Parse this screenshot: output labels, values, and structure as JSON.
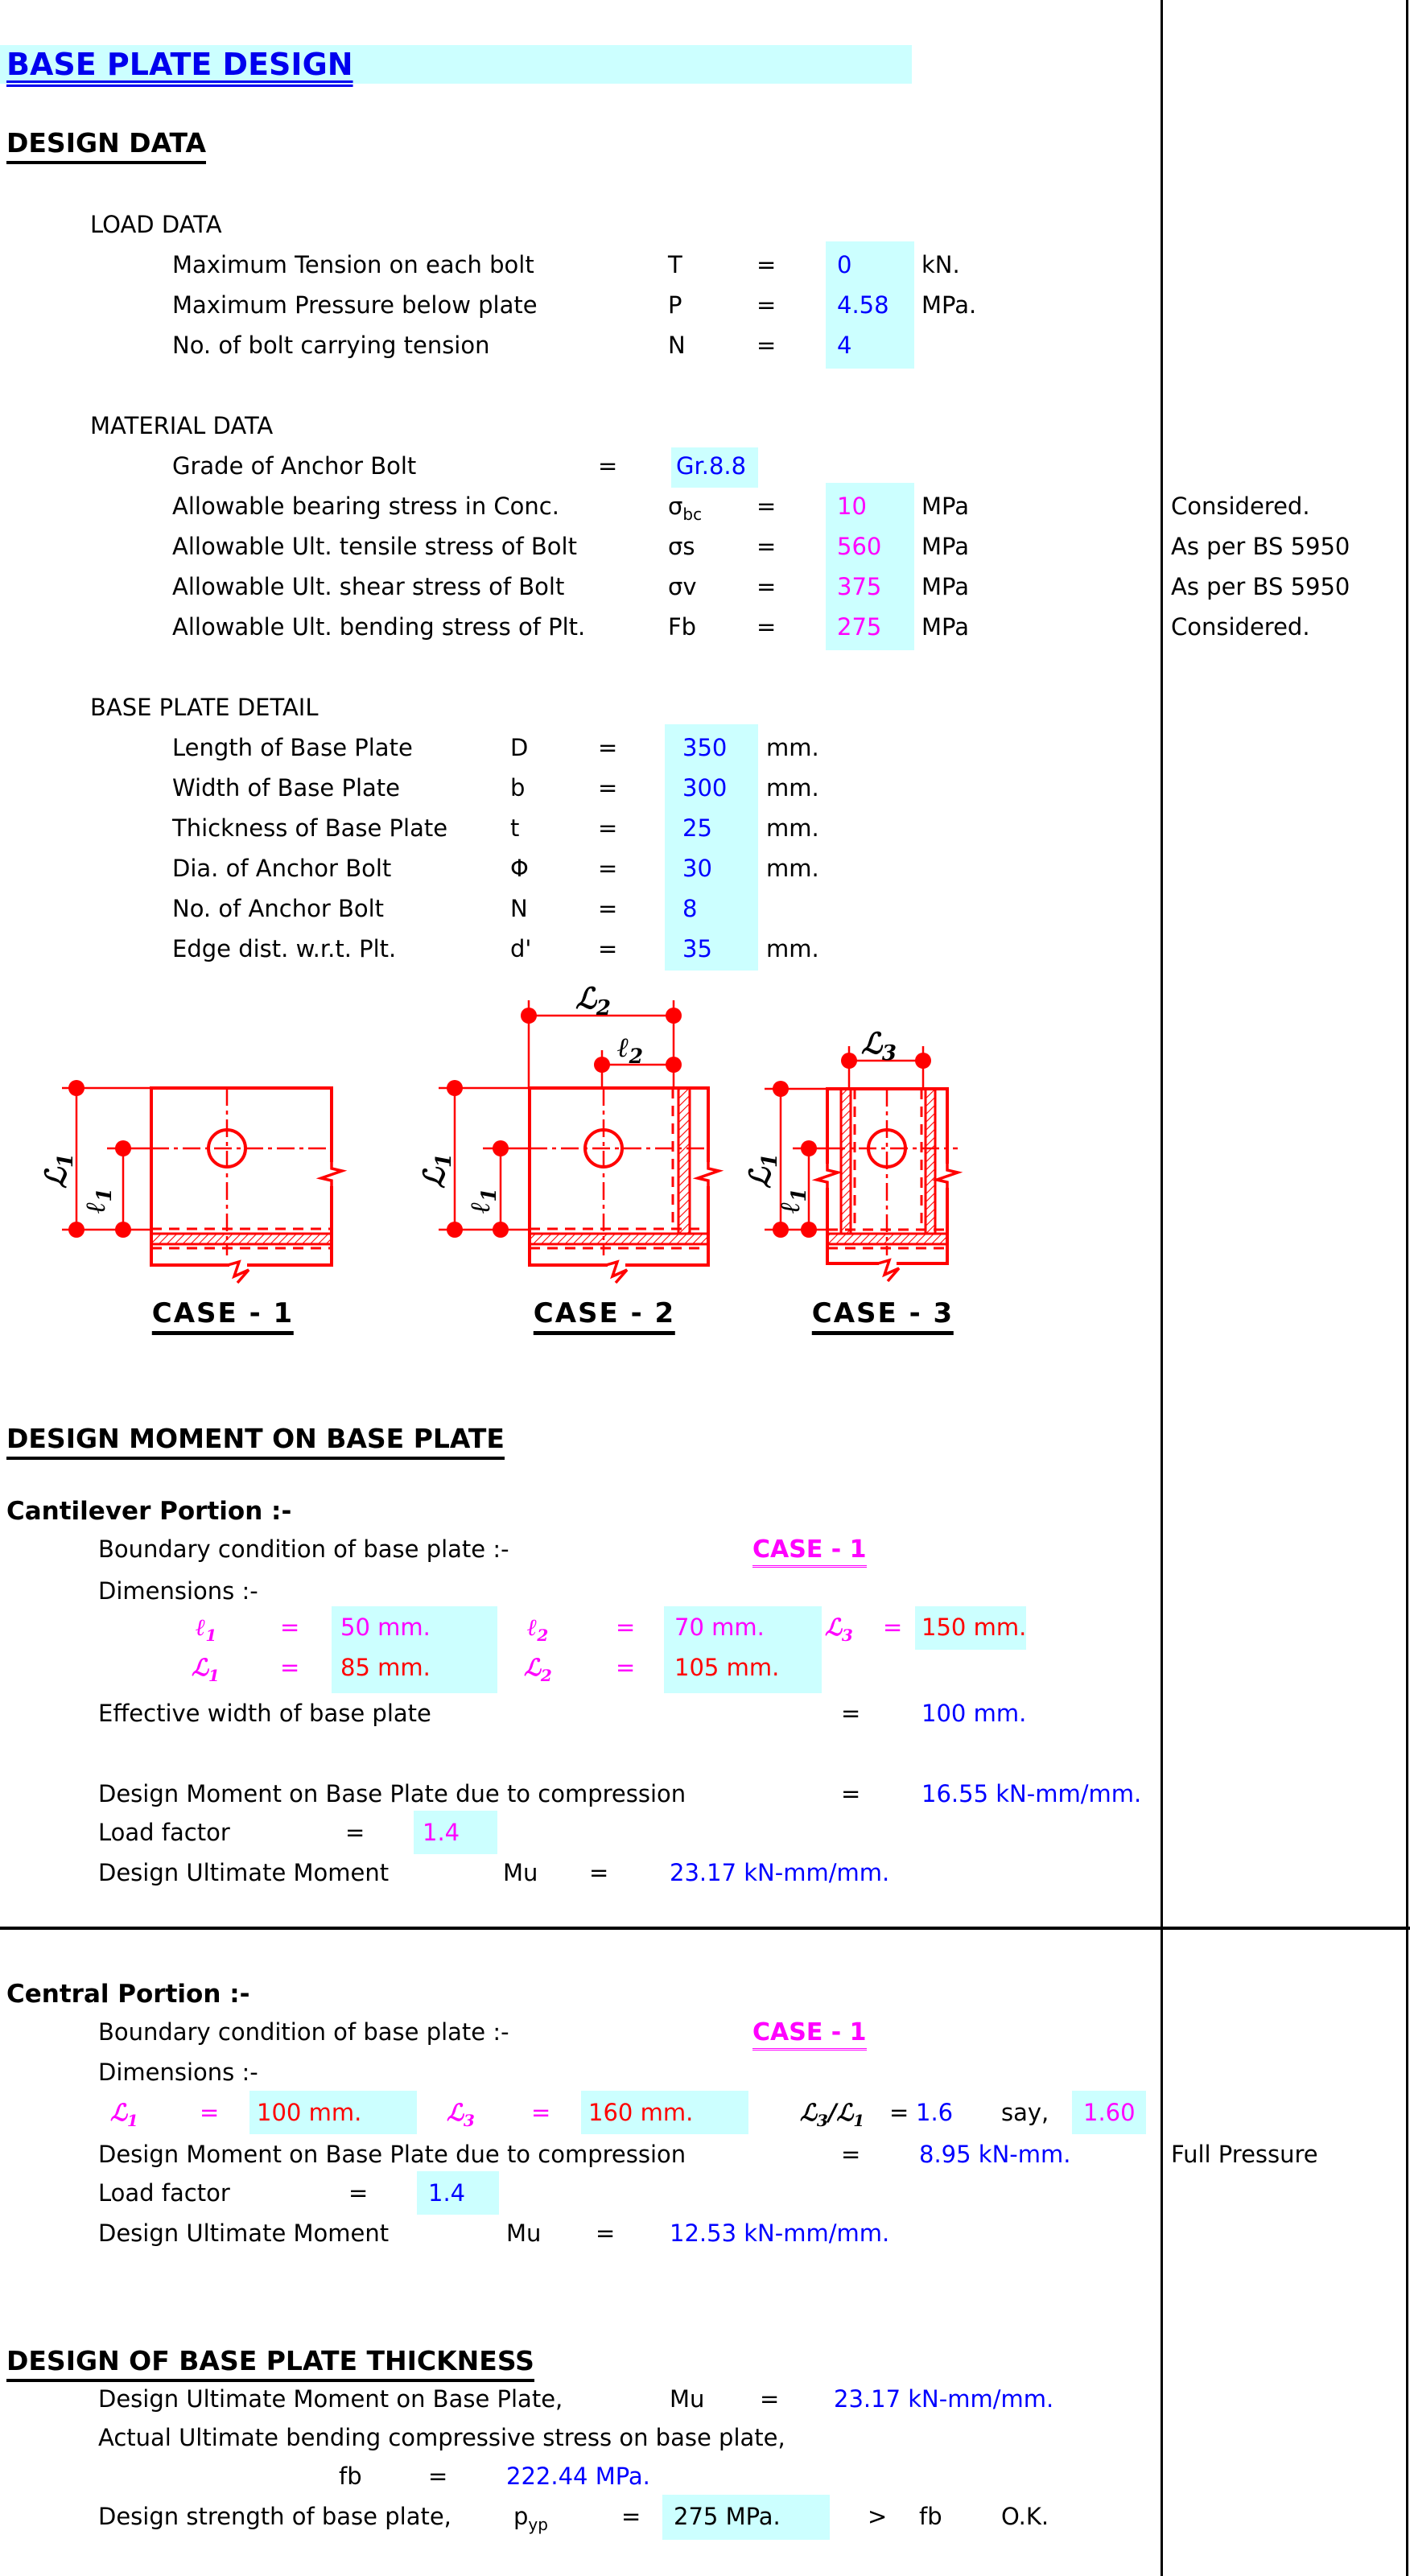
{
  "title": "BASE PLATE DESIGN",
  "colors": {
    "highlight": "#CCFFFF",
    "blue": "#0000FF",
    "magenta": "#FF00FF",
    "red": "#FF0000",
    "drawing": "#FF0000"
  },
  "design_data": {
    "heading": "DESIGN DATA",
    "load": {
      "heading": "LOAD DATA",
      "rows": [
        {
          "label": "Maximum Tension on each bolt",
          "sym": "T",
          "eq": "=",
          "value": "0",
          "unit": "kN."
        },
        {
          "label": "Maximum Pressure below plate",
          "sym": "P",
          "eq": "=",
          "value": "4.58",
          "unit": "MPa."
        },
        {
          "label": "No. of bolt carrying tension",
          "sym": "N",
          "eq": "=",
          "value": "4",
          "unit": ""
        }
      ]
    },
    "material": {
      "heading": "MATERIAL DATA",
      "grade": {
        "label": "Grade of Anchor Bolt",
        "eq": "=",
        "value": "Gr.8.8"
      },
      "rows": [
        {
          "label": "Allowable bearing stress in Conc.",
          "sym": "σ",
          "sub": "bc",
          "eq": "=",
          "value": "10",
          "unit": "MPa",
          "note": "Considered."
        },
        {
          "label": "Allowable Ult. tensile stress of Bolt",
          "sym": "σs",
          "sub": "",
          "eq": "=",
          "value": "560",
          "unit": "MPa",
          "note": "As per BS 5950"
        },
        {
          "label": "Allowable Ult. shear stress of Bolt",
          "sym": "σv",
          "sub": "",
          "eq": "=",
          "value": "375",
          "unit": "MPa",
          "note": "As per BS 5950"
        },
        {
          "label": "Allowable Ult. bending stress of Plt.",
          "sym": "Fb",
          "sub": "",
          "eq": "=",
          "value": "275",
          "unit": "MPa",
          "note": "Considered."
        }
      ]
    },
    "plate": {
      "heading": "BASE PLATE DETAIL",
      "rows": [
        {
          "label": "Length of Base Plate",
          "sym": "D",
          "eq": "=",
          "value": "350",
          "unit": "mm."
        },
        {
          "label": "Width of Base Plate",
          "sym": "b",
          "eq": "=",
          "value": "300",
          "unit": "mm."
        },
        {
          "label": "Thickness of Base Plate",
          "sym": "t",
          "eq": "=",
          "value": "25",
          "unit": "mm."
        },
        {
          "label": "Dia. of Anchor Bolt",
          "sym": "Φ",
          "eq": "=",
          "value": "30",
          "unit": "mm."
        },
        {
          "label": "No. of Anchor Bolt",
          "sym": "N",
          "eq": "=",
          "value": "8",
          "unit": ""
        },
        {
          "label": "Edge dist. w.r.t. Plt.",
          "sym": "d'",
          "eq": "=",
          "value": "35",
          "unit": "mm."
        }
      ]
    }
  },
  "diagrams": {
    "symbols": {
      "L": "ℒ",
      "l": "ℓ",
      "s1": "1",
      "s2": "2",
      "s3": "3"
    },
    "case1": {
      "label": "CASE - 1"
    },
    "case2": {
      "label": "CASE - 2"
    },
    "case3": {
      "label": "CASE - 3"
    }
  },
  "moment": {
    "heading": "DESIGN MOMENT ON BASE PLATE",
    "cantilever": {
      "heading": "Cantilever Portion :-",
      "boundary_label": "Boundary condition of base plate :-",
      "boundary_value": "CASE - 1",
      "dimensions_label": "Dimensions :-",
      "l1": {
        "sym": "ℓ",
        "sub": "1",
        "eq": "=",
        "value": "50 mm."
      },
      "l2": {
        "sym": "ℓ",
        "sub": "2",
        "eq": "=",
        "value": "70 mm."
      },
      "L3": {
        "sym": "ℒ",
        "sub": "3",
        "eq": "=",
        "value": "150 mm."
      },
      "L1": {
        "sym": "ℒ",
        "sub": "1",
        "eq": "=",
        "value": "85 mm."
      },
      "L2": {
        "sym": "ℒ",
        "sub": "2",
        "eq": "=",
        "value": "105 mm."
      },
      "effective": {
        "label": "Effective width of base plate",
        "eq": "=",
        "value": "100 mm."
      },
      "compression": {
        "label": "Design Moment on Base Plate due to compression",
        "eq": "=",
        "value": "16.55 kN-mm/mm."
      },
      "load_factor": {
        "label": "Load factor",
        "eq": "=",
        "value": "1.4"
      },
      "ultimate": {
        "label": "Design Ultimate Moment",
        "sym": "Mu",
        "eq": "=",
        "value": "23.17 kN-mm/mm."
      }
    },
    "central": {
      "heading": "Central Portion :-",
      "boundary_label": "Boundary condition of base plate :-",
      "boundary_value": "CASE - 1",
      "dimensions_label": "Dimensions :-",
      "L1": {
        "sym": "ℒ",
        "sub": "1",
        "eq": "=",
        "value": "100 mm."
      },
      "L3": {
        "sym": "ℒ",
        "sub": "3",
        "eq": "=",
        "value": "160 mm."
      },
      "ratio": {
        "num": "ℒ",
        "num_sub": "3",
        "slash": "/",
        "den": "ℒ",
        "den_sub": "1",
        "eq": "=",
        "value": "1.6",
        "say": "say,",
        "rounded": "1.60"
      },
      "compression": {
        "label": "Design Moment on Base Plate due to compression",
        "eq": "=",
        "value": "8.95 kN-mm.",
        "note": "Full Pressure"
      },
      "load_factor": {
        "label": "Load factor",
        "eq": "=",
        "value": "1.4"
      },
      "ultimate": {
        "label": "Design Ultimate Moment",
        "sym": "Mu",
        "eq": "=",
        "value": "12.53 kN-mm/mm."
      }
    }
  },
  "thickness": {
    "heading": "DESIGN OF BASE PLATE THICKNESS",
    "ultimate": {
      "label": "Design Ultimate Moment on Base Plate,",
      "sym": "Mu",
      "eq": "=",
      "value": "23.17 kN-mm/mm."
    },
    "actual_label": "Actual Ultimate bending compressive stress on base plate,",
    "fb": {
      "sym": "fb",
      "eq": "=",
      "value": "222.44 MPa."
    },
    "strength": {
      "label": "Design strength of base plate,",
      "sym": "p",
      "sub": "yp",
      "eq": "=",
      "value": "275 MPa.",
      "gt": ">",
      "fb": "fb",
      "ok": "O.K."
    }
  }
}
